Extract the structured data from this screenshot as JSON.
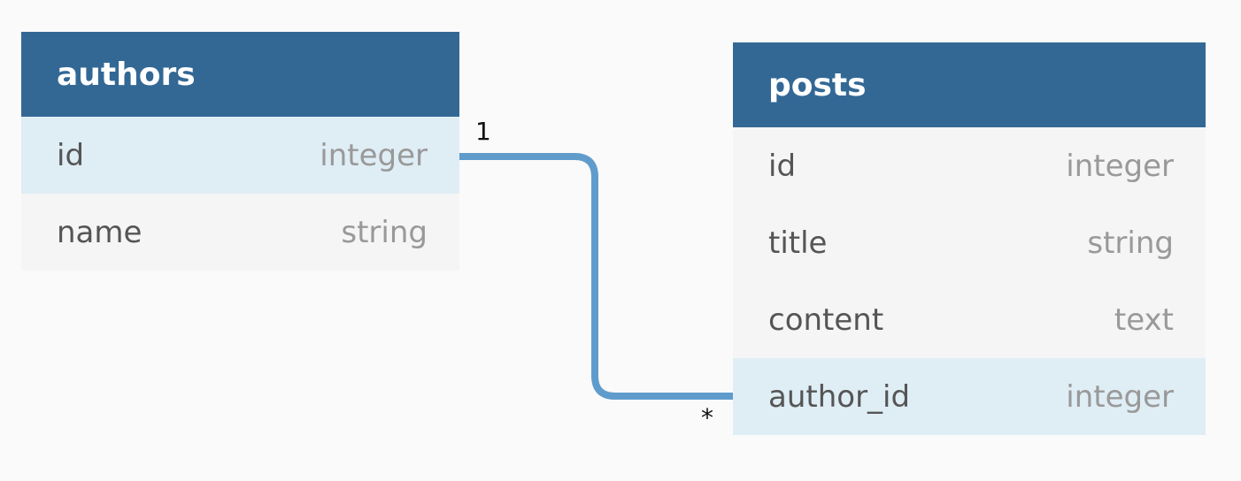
{
  "tables": [
    {
      "name": "authors",
      "columns": [
        {
          "name": "id",
          "type": "integer",
          "highlighted": true
        },
        {
          "name": "name",
          "type": "string",
          "highlighted": false
        }
      ]
    },
    {
      "name": "posts",
      "columns": [
        {
          "name": "id",
          "type": "integer",
          "highlighted": false
        },
        {
          "name": "title",
          "type": "string",
          "highlighted": false
        },
        {
          "name": "content",
          "type": "text",
          "highlighted": false
        },
        {
          "name": "author_id",
          "type": "integer",
          "highlighted": true
        }
      ]
    }
  ],
  "relation": {
    "from": "authors.id",
    "to": "posts.author_id",
    "from_cardinality": "1",
    "to_cardinality": "*",
    "line_color": "#5f9ccc"
  },
  "colors": {
    "header": "#336895",
    "row": "#f5f5f5",
    "row_highlight": "#dfedf5",
    "background": "#fafafa"
  }
}
